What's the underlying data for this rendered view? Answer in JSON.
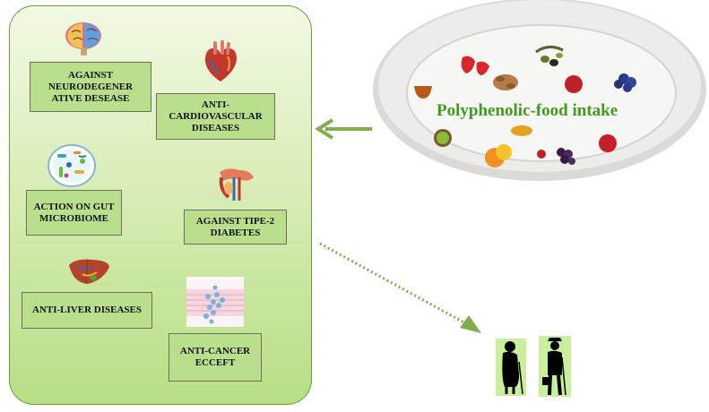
{
  "panel": {
    "boxes": {
      "neuro": "AGAINST NEURODEGENER ATIVE DESEASE",
      "cardio": "ANTI-CARDIOVASCULAR DISEASES",
      "gut": "ACTION ON GUT MICROBIOME",
      "diabetes": "AGAINST TIPE-2 DIABETES",
      "liver": "ANTI-LIVER DISEASES",
      "cancer": "ANTI-CANCER ECCEFT"
    }
  },
  "plate": {
    "title": "Polyphenolic-food intake"
  },
  "colors": {
    "panel_border": "#6e9a3c",
    "box_fill": "#b9df8c",
    "title_green": "#3f9a1e",
    "arrow_green": "#7fae4a"
  }
}
